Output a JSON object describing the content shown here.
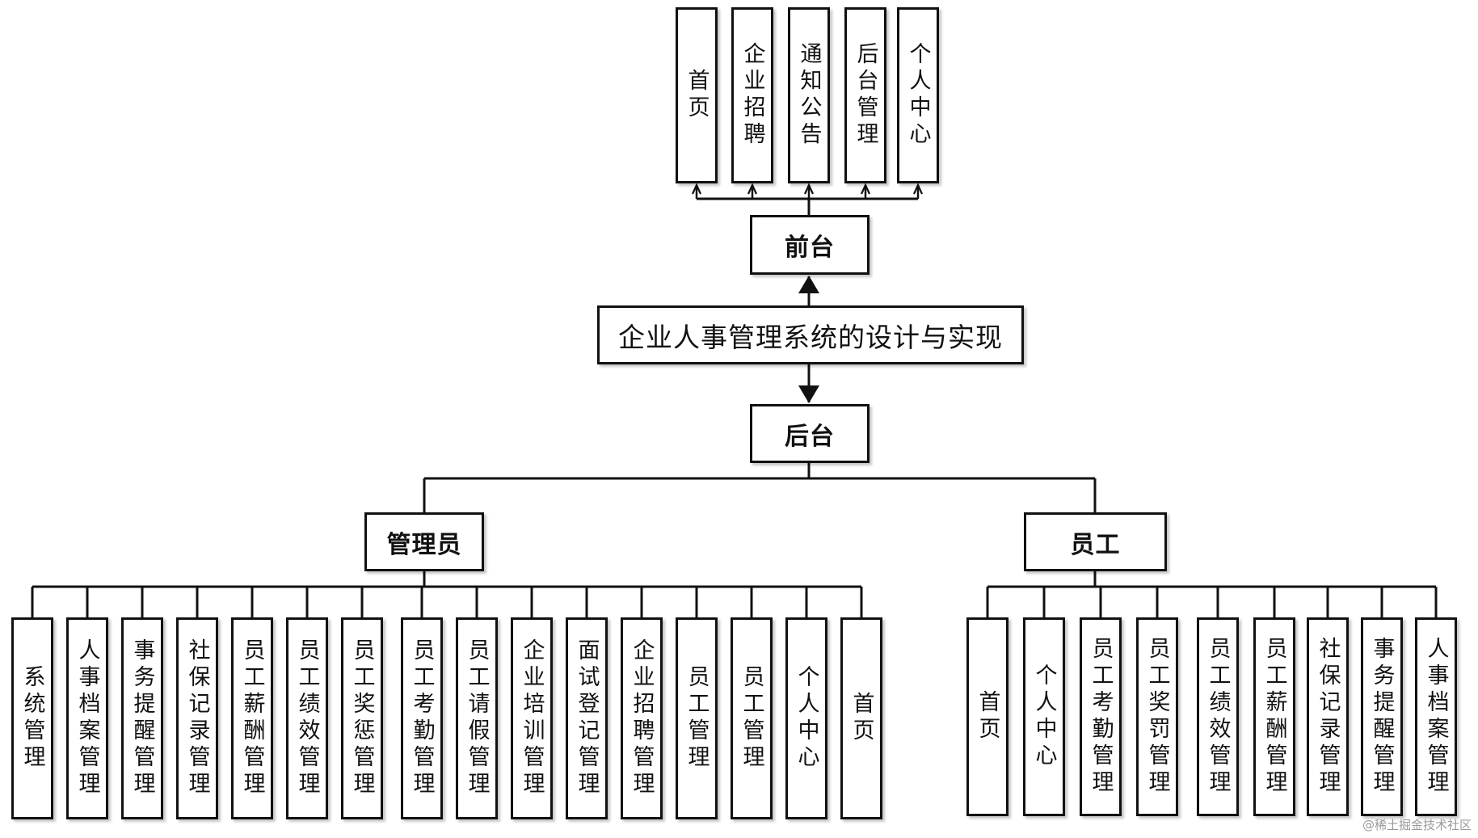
{
  "root": {
    "label": "企业人事管理系统的设计与实现"
  },
  "frontend": {
    "label": "前台",
    "items": [
      "首页",
      "企业招聘",
      "通知公告",
      "后台管理",
      "个人中心"
    ]
  },
  "backend": {
    "label": "后台"
  },
  "admin": {
    "label": "管理员",
    "items": [
      "系统管理",
      "人事档案管理",
      "事务提醒管理",
      "社保记录管理",
      "员工薪酬管理",
      "员工绩效管理",
      "员工奖惩管理",
      "员工考勤管理",
      "员工请假管理",
      "企业培训管理",
      "面试登记管理",
      "企业招聘管理",
      "员工管理",
      "员工管理",
      "个人中心",
      "首页"
    ]
  },
  "employee": {
    "label": "员工",
    "items": [
      "首页",
      "个人中心",
      "员工考勤管理",
      "员工奖罚管理",
      "员工绩效管理",
      "员工薪酬管理",
      "社保记录管理",
      "事务提醒管理",
      "人事档案管理"
    ]
  },
  "watermark": "@稀土掘金技术社区",
  "colors": {
    "line": "#111111",
    "box_fill": "#ffffff",
    "text": "#111111",
    "watermark": "#9a9a9a"
  }
}
